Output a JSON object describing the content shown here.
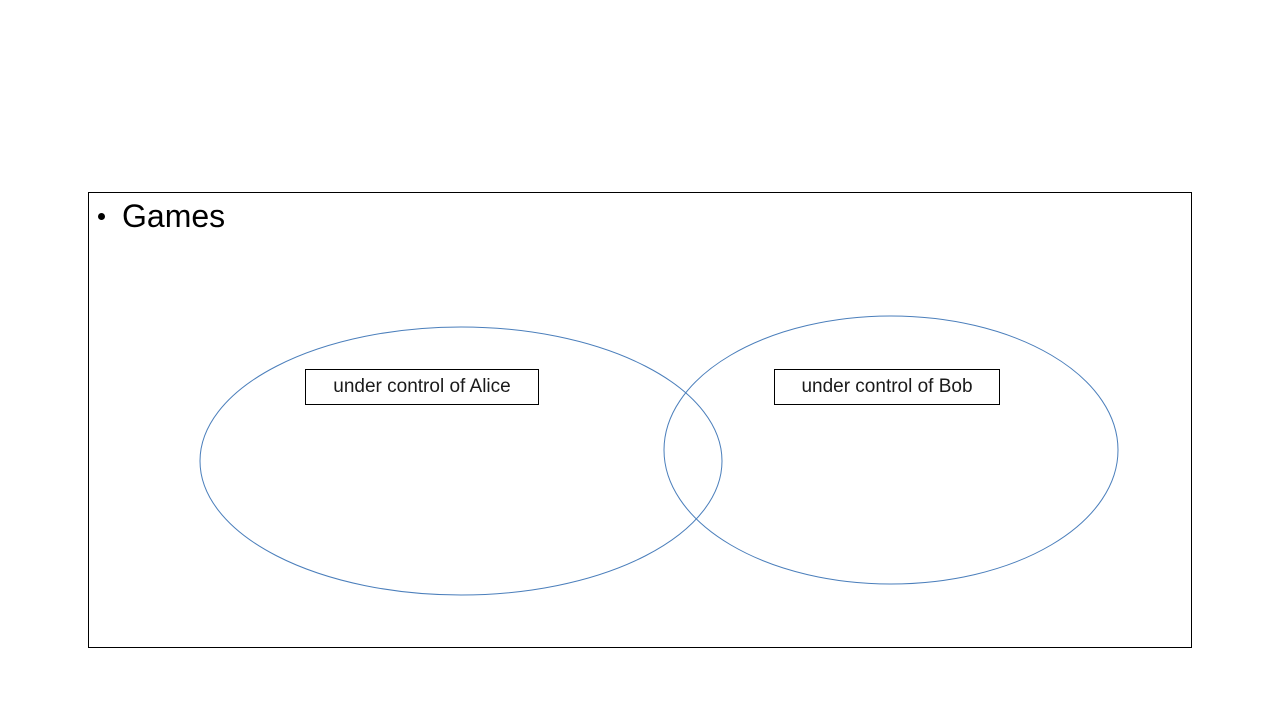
{
  "slide": {
    "bullet_text": "Games"
  },
  "diagram": {
    "left_set_label": "under control of Alice",
    "right_set_label": "under control of Bob",
    "ellipse_color": "#4a7ebb",
    "border_color": "#000000"
  }
}
